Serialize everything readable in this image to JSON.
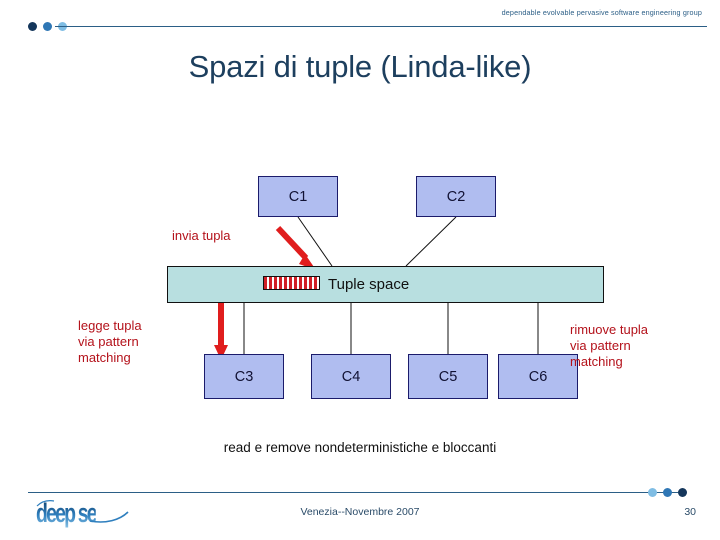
{
  "header": {
    "tagline": "dependable evolvable pervasive software engineering group",
    "dots": [
      "dot-dark-navy",
      "dot-medium-blue",
      "dot-light-blue"
    ]
  },
  "title": "Spazi di tuple (Linda-like)",
  "diagram": {
    "producers": [
      {
        "id": "c1",
        "label": "C1"
      },
      {
        "id": "c2",
        "label": "C2"
      }
    ],
    "consumers": [
      {
        "id": "c3",
        "label": "C3"
      },
      {
        "id": "c4",
        "label": "C4"
      },
      {
        "id": "c5",
        "label": "C5"
      },
      {
        "id": "c6",
        "label": "C6"
      }
    ],
    "tuple_space": {
      "label": "Tuple space",
      "icon": "striped-tuple-icon"
    },
    "annotations": {
      "invia": "invia tupla",
      "legge_line1": "legge tupla",
      "legge_line2": "via pattern",
      "legge_line3": "matching",
      "rimuove_line1": "rimuove tupla",
      "rimuove_line2": "via pattern",
      "rimuove_line3": "matching"
    },
    "caption": "read e remove nondeterministiche e bloccanti"
  },
  "footer": {
    "logo": "deep se",
    "venue": "Venezia--Novembre 2007",
    "page_number": "30",
    "dots": [
      "dot-light-blue",
      "dot-medium-blue",
      "dot-dark-navy"
    ]
  },
  "colors": {
    "title": "#1d3f5e",
    "node_fill": "#b0bdf0",
    "node_border": "#1b1b6b",
    "tuple_space_fill": "#b8dfe0",
    "annotation_red": "#b4121b",
    "arrow_red": "#e01d1d",
    "rule_blue": "#2b5e86"
  }
}
